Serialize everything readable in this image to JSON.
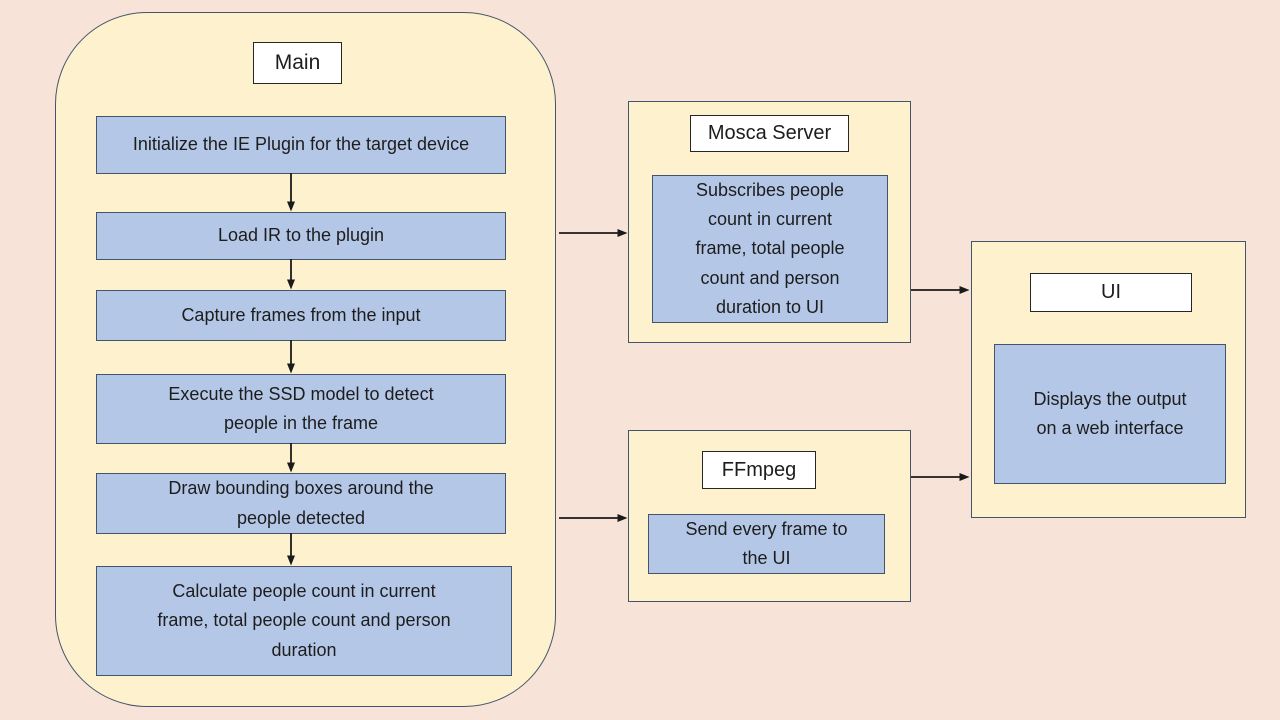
{
  "page": {
    "background": "#f8e3d9"
  },
  "colors": {
    "container_fill": "#fdf2cd",
    "container_border": "#44546a",
    "box_fill": "#b4c7e7",
    "box_border": "#44546a",
    "title_fill": "#ffffff",
    "title_border": "#262626",
    "arrow": "#1a1a1a",
    "text": "#1d1d1d"
  },
  "main": {
    "title": "Main",
    "steps": [
      {
        "label": "Initialize the IE Plugin for the target device"
      },
      {
        "label": "Load IR to the plugin"
      },
      {
        "label": "Capture frames from the input"
      },
      {
        "label": "Execute the SSD model to detect people in the frame"
      },
      {
        "label": "Draw bounding boxes around the people detected"
      },
      {
        "label": "Calculate people count in current frame, total people count and person duration"
      }
    ]
  },
  "mosca_server": {
    "title": "Mosca Server",
    "body": "Subscribes people count in current frame, total people count and person duration to UI"
  },
  "ffmpeg": {
    "title": "FFmpeg",
    "body": "Send every frame to the UI"
  },
  "ui": {
    "title": "UI",
    "body": "Displays the output on a web interface"
  }
}
